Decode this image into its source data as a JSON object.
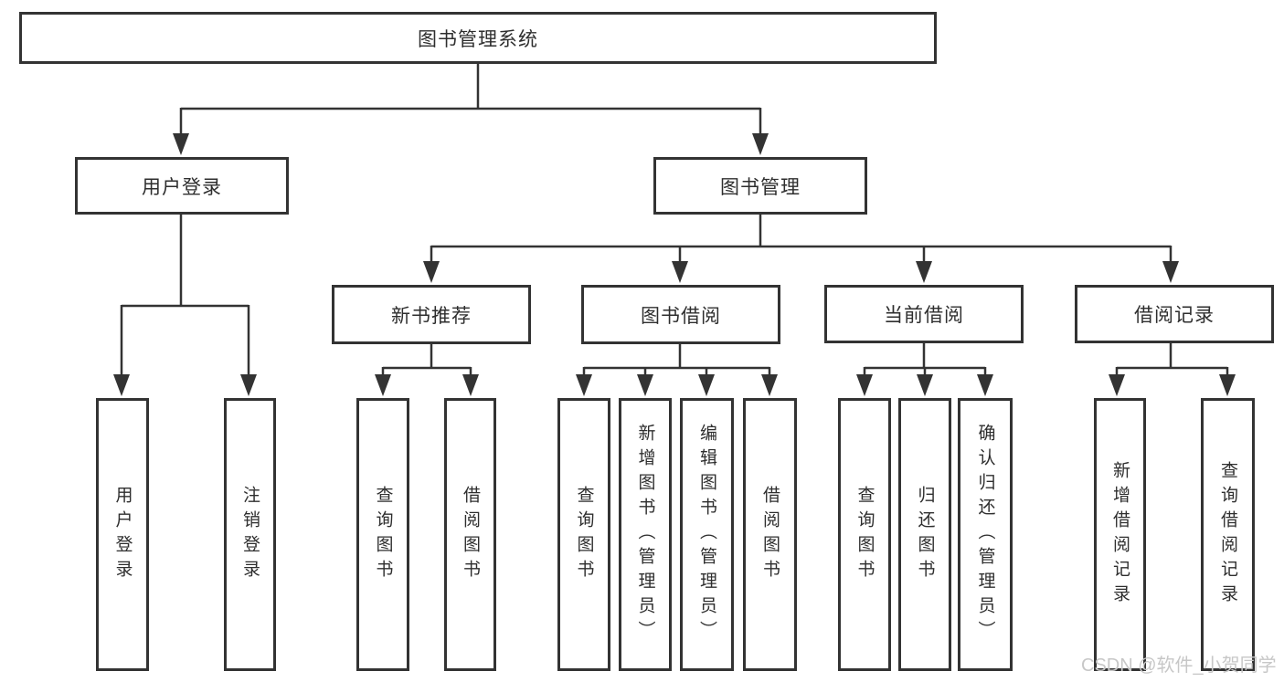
{
  "diagram": {
    "title": "图书管理系统",
    "root": "图书管理系统",
    "level2": [
      "用户登录",
      "图书管理"
    ],
    "level3": [
      "新书推荐",
      "图书借阅",
      "当前借阅",
      "借阅记录"
    ],
    "leaves_user_login": [
      "用户登录",
      "注销登录"
    ],
    "leaves_new_book": [
      "查询图书",
      "借阅图书"
    ],
    "leaves_book_borrow": [
      "查询图书",
      "新增图书（管理员）",
      "编辑图书（管理员）",
      "借阅图书"
    ],
    "leaves_current_borrow": [
      "查询图书",
      "归还图书",
      "确认归还（管理员）"
    ],
    "leaves_borrow_records": [
      "新增借阅记录",
      "查询借阅记录"
    ]
  },
  "watermark": "CSDN @软件_小贺同学",
  "colors": {
    "line": "#333333",
    "text": "#2e2e2e",
    "background": "#ffffff",
    "watermark": "#c7c7c7"
  }
}
